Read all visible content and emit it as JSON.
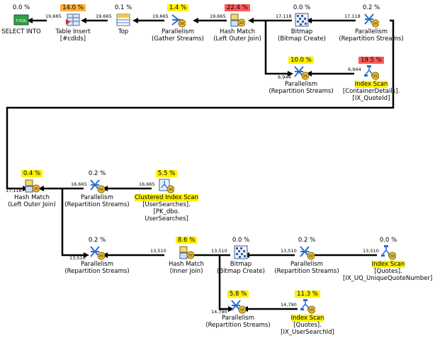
{
  "nodes": {
    "select_into": {
      "cost": "0.0 %",
      "line1": "SELECT INTO",
      "line2": "",
      "line3": "",
      "icon_text": "T-SQL"
    },
    "table_insert": {
      "cost": "14.0 %",
      "line1": "Table Insert",
      "line2": "[#cdIds]",
      "line3": ""
    },
    "top": {
      "cost": "0.1 %",
      "line1": "Top",
      "line2": "",
      "line3": ""
    },
    "par_gather": {
      "cost": "1.4 %",
      "line1": "Parallelism",
      "line2": "(Gather Streams)",
      "line3": ""
    },
    "hash_loj1": {
      "cost": "22.4 %",
      "line1": "Hash Match",
      "line2": "(Left Outer Join)",
      "line3": ""
    },
    "bitmap1": {
      "cost": "0.0 %",
      "line1": "Bitmap",
      "line2": "(Bitmap Create)",
      "line3": ""
    },
    "par_rep1": {
      "cost": "0.2 %",
      "line1": "Parallelism",
      "line2": "(Repartition Streams)",
      "line3": ""
    },
    "par_rep2": {
      "cost": "10.0 %",
      "line1": "Parallelism",
      "line2": "(Repartition Streams)",
      "line3": ""
    },
    "idx_container": {
      "cost": "19.5 %",
      "line1": "Index Scan",
      "line2": "[ContainerDetails].",
      "line3": "[IX_QuoteId]"
    },
    "hash_loj2": {
      "cost": "0.4 %",
      "line1": "Hash Match",
      "line2": "(Left Outer Join)",
      "line3": ""
    },
    "par_rep3": {
      "cost": "0.2 %",
      "line1": "Parallelism",
      "line2": "(Repartition Streams)",
      "line3": ""
    },
    "clustered_scan": {
      "cost": "5.5 %",
      "line1": "Clustered Index Scan",
      "line2": "[UserSearches].",
      "line3": "[PK_dbo.",
      "line4": "UserSearches]"
    },
    "par_rep4": {
      "cost": "0.2 %",
      "line1": "Parallelism",
      "line2": "(Repartition Streams)",
      "line3": ""
    },
    "hash_inner": {
      "cost": "8.6 %",
      "line1": "Hash Match",
      "line2": "(Inner Join)",
      "line3": ""
    },
    "bitmap2": {
      "cost": "0.0 %",
      "line1": "Bitmap",
      "line2": "(Bitmap Create)",
      "line3": ""
    },
    "par_rep5": {
      "cost": "0.2 %",
      "line1": "Parallelism",
      "line2": "(Repartition Streams)",
      "line3": ""
    },
    "idx_quotes": {
      "cost": "0.0 %",
      "line1": "Index Scan",
      "line2": "[Quotes].",
      "line3": "[IX_UQ_UniqueQuoteNumber]"
    },
    "par_rep6": {
      "cost": "5.8 %",
      "line1": "Parallelism",
      "line2": "(Repartition Streams)",
      "line3": ""
    },
    "idx_quotes2": {
      "cost": "11.3 %",
      "line1": "Index Scan",
      "line2": "[Quotes].",
      "line3": "[IX_UserSearchId]"
    }
  },
  "rows": {
    "r1": "19,665",
    "r2": "19,665",
    "r3": "19,665",
    "r4": "19,665",
    "r5": "17,118",
    "r6": "17,118",
    "r7": "6,944",
    "r8": "6,944",
    "r9": "17,118",
    "r10": "16,665",
    "r11": "16,665",
    "r12": "13,510",
    "r13": "13,510",
    "r14": "13,510",
    "r15": "13,510",
    "r16": "14,790",
    "r17": "14,790"
  }
}
